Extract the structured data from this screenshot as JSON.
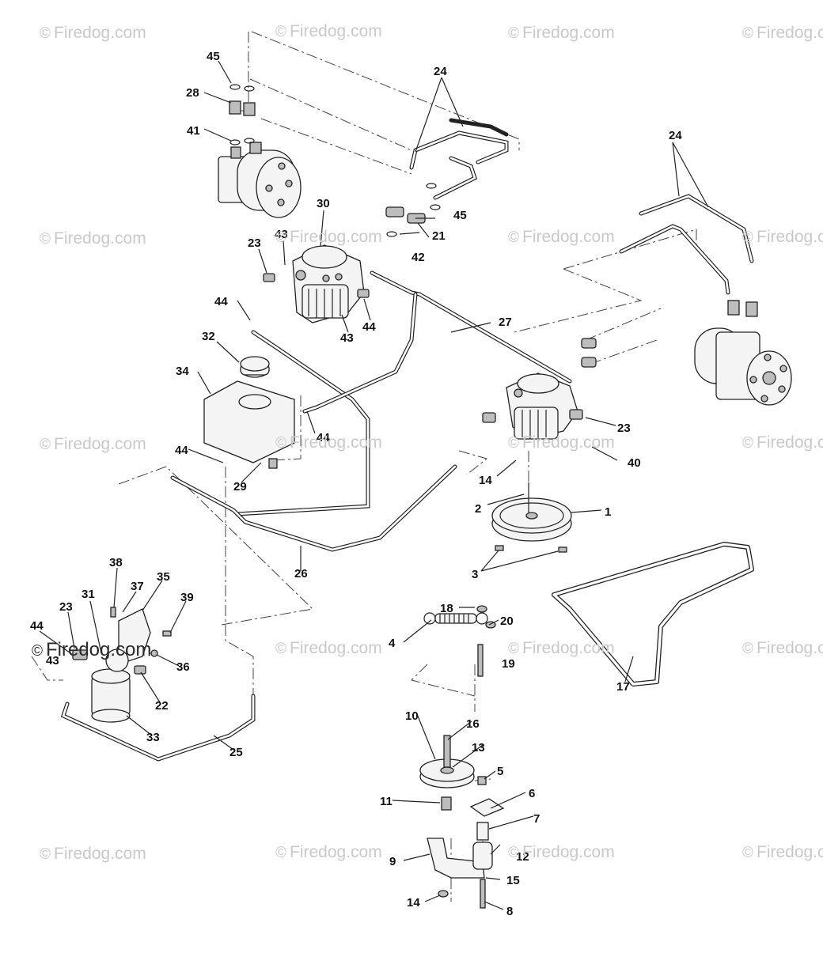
{
  "watermark": {
    "symbol": "©",
    "text": "Firedog.com"
  },
  "callouts": [
    "45",
    "28",
    "41",
    "24",
    "30",
    "43",
    "23",
    "21",
    "42",
    "44",
    "24",
    "27",
    "32",
    "34",
    "44",
    "44",
    "29",
    "23",
    "40",
    "14",
    "2",
    "1",
    "3",
    "38",
    "37",
    "35",
    "39",
    "31",
    "23",
    "44",
    "43",
    "36",
    "22",
    "33",
    "25",
    "26",
    "18",
    "20",
    "4",
    "19",
    "17",
    "10",
    "16",
    "13",
    "5",
    "11",
    "6",
    "7",
    "9",
    "12",
    "15",
    "14",
    "8",
    "43",
    "44"
  ]
}
